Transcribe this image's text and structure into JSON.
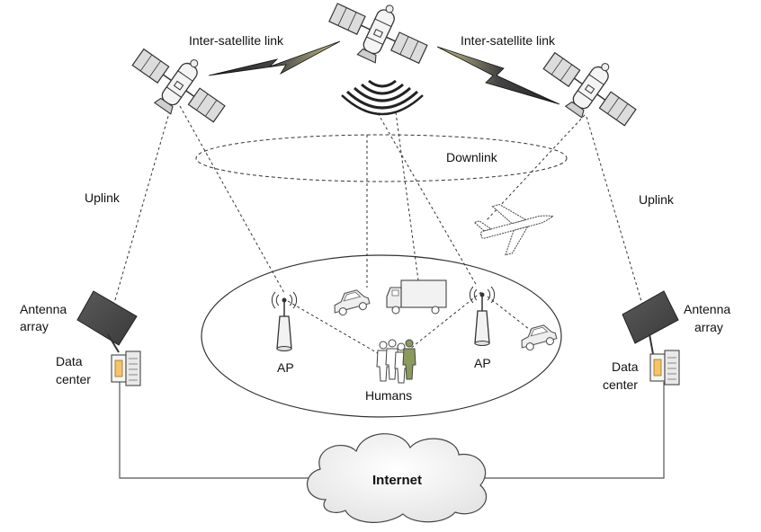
{
  "labels": {
    "isl_left": "Inter-satellite link",
    "isl_right": "Inter-satellite link",
    "downlink": "Downlink",
    "uplink_left": "Uplink",
    "uplink_right": "Uplink",
    "antenna_left_1": "Antenna",
    "antenna_left_2": "array",
    "antenna_right_1": "Antenna",
    "antenna_right_2": "array",
    "datacenter_left_1": "Data",
    "datacenter_left_2": "center",
    "datacenter_right_1": "Data",
    "datacenter_right_2": "center",
    "ap_left": "AP",
    "ap_right": "AP",
    "humans": "Humans",
    "internet": "Internet"
  },
  "icons": [
    "satellite-icon",
    "signal-waves-icon",
    "antenna-array-icon",
    "data-center-icon",
    "access-point-icon",
    "car-icon",
    "truck-icon",
    "airplane-icon",
    "humans-icon",
    "cloud-icon"
  ]
}
